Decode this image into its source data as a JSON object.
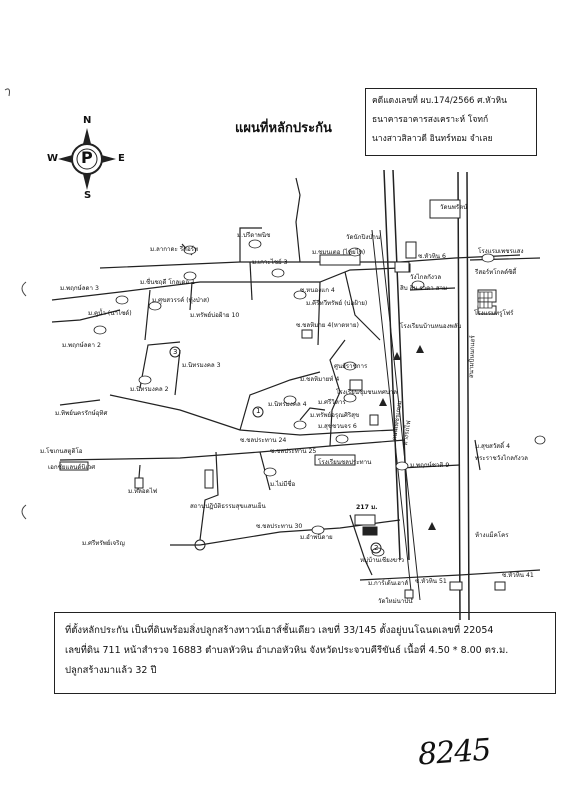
{
  "case_info": {
    "line1": "คดีแดงเลขที่ ผบ.174/2566 ศ.หัวหิน",
    "line2": "ธนาคารอาคารสงเคราะห์ โจทก์",
    "line3": "นางสาวสิลาวดี อินทร์หอม จำเลย"
  },
  "map_title": "แผนที่หลักประกัน",
  "compass": {
    "n": "N",
    "s": "S",
    "e": "E",
    "w": "W",
    "center": "P"
  },
  "labels": [
    {
      "id": "l1",
      "text": "ม.ปรีดาพนิช"
    },
    {
      "id": "l2",
      "text": "ม.ลากาดะ รีสอร์ท"
    },
    {
      "id": "l3",
      "text": "ม.เกาะไชย์ 3"
    },
    {
      "id": "l4",
      "text": "ม.ชมนเตอ (ไทยไท)"
    },
    {
      "id": "l5",
      "text": "วัดนักปิงป่าน"
    },
    {
      "id": "l6",
      "text": "ม.ชื่นชฤดี โกลเดอ 1"
    },
    {
      "id": "l7",
      "text": "ม.พฤกษ์ลดา 3"
    },
    {
      "id": "l8",
      "text": "ม.คูน้ำ (นาไซด์)"
    },
    {
      "id": "l9",
      "text": "ม.ศุขสวรรค์ (ทุ่งป่าส)"
    },
    {
      "id": "l10",
      "text": "ม.พฤกษ์ลดา 2"
    },
    {
      "id": "l11",
      "text": "ม.ทรัพย์บ่อฝ้าย 10"
    },
    {
      "id": "l12",
      "text": "ม.คีรีทวีทรัพย์ (บ่อฝ้าย)"
    },
    {
      "id": "l13",
      "text": "ซ.หนองแก 4"
    },
    {
      "id": "l14",
      "text": "ซ.ชลหิมาย 4(หาดหาย)"
    },
    {
      "id": "l15",
      "text": "โรงเรียนบ้านหนองพลับ"
    },
    {
      "id": "l16",
      "text": "ม.นิทรมงคล 3"
    },
    {
      "id": "l17",
      "text": "ม.นิทรมงคล 2"
    },
    {
      "id": "l18",
      "text": "ม.ทิพย์นครรักษ์อุทิศ"
    },
    {
      "id": "l19",
      "text": "ม.นิทรมงคล 4"
    },
    {
      "id": "l20",
      "text": "ม.ชลหิมายท์ 4"
    },
    {
      "id": "l21",
      "text": "ม.ศรีวิหาร"
    },
    {
      "id": "l22",
      "text": "ม.ทรัพย์อรุณศิริสุข"
    },
    {
      "id": "l23",
      "text": "ศูนย์ราชการ"
    },
    {
      "id": "l24",
      "text": "ม.สุขชวนจร 6"
    },
    {
      "id": "l25",
      "text": "ม.หลอดไฟ"
    },
    {
      "id": "l26",
      "text": "ซ.ชลประทาน 24"
    },
    {
      "id": "l27",
      "text": "ซ.ชลประทาน 25"
    },
    {
      "id": "l28",
      "text": "ม.โชเกนสตูดิโอ"
    },
    {
      "id": "l29",
      "text": "เอกชัยแลนด์นิเวศ"
    },
    {
      "id": "l30",
      "text": "ม.ไม่มีชื่อ"
    },
    {
      "id": "l31",
      "text": "สถานปฏิบัติธรรมสุขแสนเย็น"
    },
    {
      "id": "l32",
      "text": "ซ.ชลประทาน 30"
    },
    {
      "id": "l33",
      "text": "ม.ศรีทรัพย์เจริญ"
    },
    {
      "id": "l34",
      "text": "โรงเรียนชลประทาน"
    },
    {
      "id": "l35",
      "text": "โรงเรียนชุมชนเทศบาล"
    },
    {
      "id": "l36",
      "text": "ม.อำพนิดาย"
    },
    {
      "id": "l37",
      "text": "หมู่บ้านเชียงขาว"
    },
    {
      "id": "l38",
      "text": "ม.การ์เด้นเฮาส์"
    },
    {
      "id": "l39",
      "text": "วัดใหม่นาปน"
    },
    {
      "id": "l40",
      "text": "ม.พฤกษ์ชาติ 9"
    },
    {
      "id": "l41",
      "text": "ซ.หัวหิน 6"
    },
    {
      "id": "l42",
      "text": "โรงแรมเพชรแสง"
    },
    {
      "id": "l43",
      "text": "รีสอร์ทโกลด์ซิตี้"
    },
    {
      "id": "l44",
      "text": "ซ.หัวหิน 51"
    },
    {
      "id": "l45",
      "text": "ซ.หัวหิน 41"
    },
    {
      "id": "l46",
      "text": "ห้างแม็คโคร"
    },
    {
      "id": "l47",
      "text": "โรงแรมทรูโฟร์"
    },
    {
      "id": "l48",
      "text": "สิบ สิบ ราคา สาม"
    },
    {
      "id": "l49",
      "text": "ม.สุขสวัสดิ์ 4"
    },
    {
      "id": "l50",
      "text": "พระราชวังไกลกังวล"
    },
    {
      "id": "l51",
      "text": "สนามบินนกแอร์"
    },
    {
      "id": "l52",
      "text": "ทางรถไฟ"
    },
    {
      "id": "l53",
      "text": "ถนนเพชรเกษม"
    },
    {
      "id": "l54",
      "text": "วัดนพรัตน์"
    },
    {
      "id": "l55",
      "text": "วังไกลกังวล"
    },
    {
      "id": "l56",
      "text": "217 ม."
    }
  ],
  "markers": {
    "m1": "1",
    "m2": "2",
    "m3": "3"
  },
  "description": {
    "line1": "ที่ตั้งหลักประกัน เป็นที่ดินพร้อมสิ่งปลูกสร้างทาวน์เฮาส์ชั้นเดียว เลขที่ 33/145 ตั้งอยู่บนโฉนดเลขที่ 22054",
    "line2": "เลขที่ดิน 711 หน้าสำรวจ 16883 ตำบลหัวหิน อำเภอหัวหิน จังหวัดประจวบคีรีขันธ์ เนื้อที่ 4.50 * 8.00 ตร.ม.",
    "line3": "ปลูกสร้างมาแล้ว 32 ปี"
  },
  "signature_number": "8245"
}
